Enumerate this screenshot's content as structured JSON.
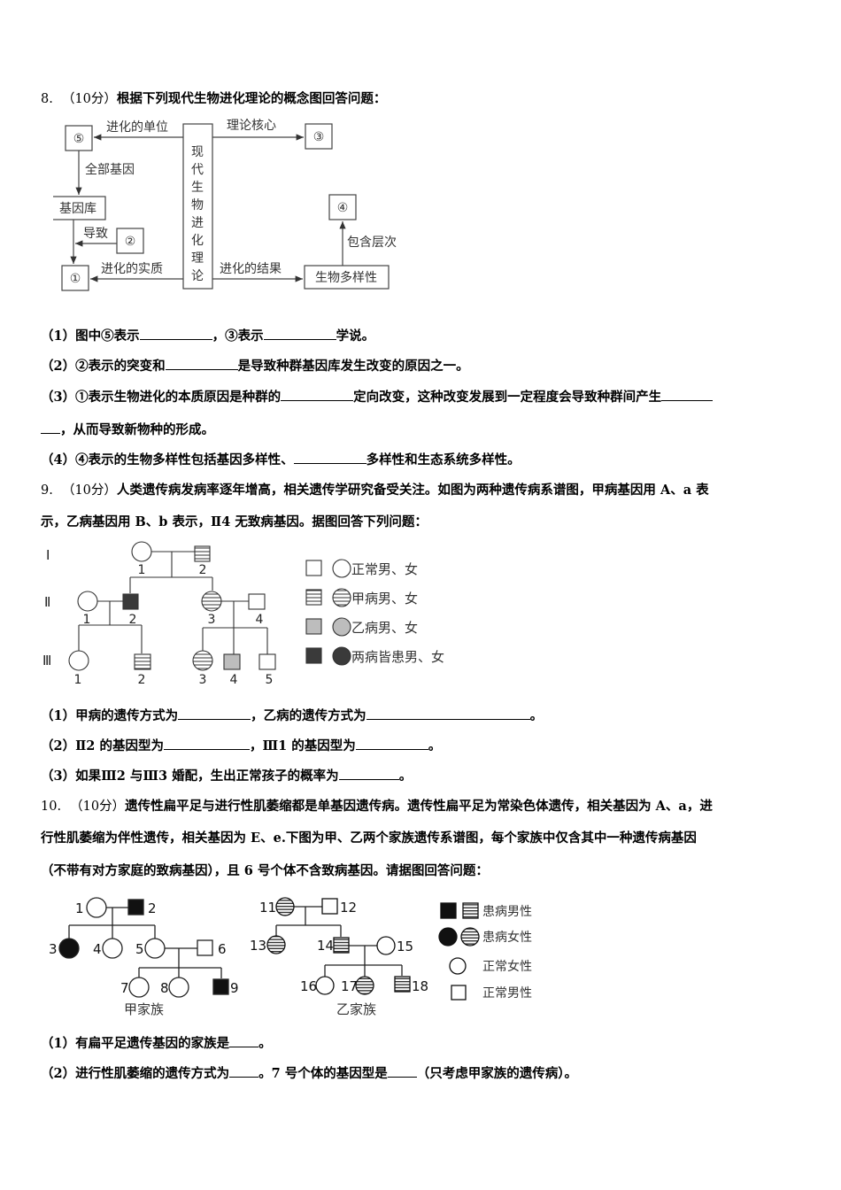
{
  "q8": {
    "number": "8.",
    "score": "（10分）",
    "stem": "根据下列现代生物进化理论的概念图回答问题：",
    "diagram": {
      "center": "现代生物进化理论",
      "center_chars": [
        "现",
        "代",
        "生",
        "物",
        "进",
        "化",
        "理",
        "论"
      ],
      "box5": "⑤",
      "box3": "③",
      "box4": "④",
      "box2": "②",
      "box1": "①",
      "gene_pool": "基因库",
      "biodiversity": "生物多样性",
      "label_unit": "进化的单位",
      "label_core": "理论核心",
      "label_allgenes": "全部基因",
      "label_cause": "导致",
      "label_essence": "进化的实质",
      "label_result": "进化的结果",
      "label_levels": "包含层次"
    },
    "sub": [
      {
        "pre": "（1）图中⑤表示",
        "mid": "，③表示",
        "post": "学说。"
      },
      {
        "pre": "（2）②表示的突变和",
        "post": "是导致种群基因库发生改变的原因之一。"
      },
      {
        "pre": "（3）①表示生物进化的本质原因是种群的",
        "mid": "定向改变，这种改变发展到一定程度会导致种群间产生",
        "post": "，从而导致新物种的形成。"
      },
      {
        "pre": "（4）④表示的生物多样性包括基因多样性、",
        "post": "多样性和生态系统多样性。"
      }
    ]
  },
  "q9": {
    "number": "9.",
    "score": "（10分）",
    "stem_line1": "人类遗传病发病率逐年增高，相关遗传学研究备受关注。如图为两种遗传病系谱图，甲病基因用 A、a 表",
    "stem_line2": "示，乙病基因用 B、b 表示，Ⅱ4 无致病基因。据图回答下列问题：",
    "pedigree": {
      "gen_labels": [
        "Ⅰ",
        "Ⅱ",
        "Ⅲ"
      ],
      "gen1": [
        "1",
        "2"
      ],
      "gen2": [
        "1",
        "2",
        "3",
        "4"
      ],
      "gen3": [
        "1",
        "2",
        "3",
        "4",
        "5"
      ]
    },
    "legend": [
      "正常男、女",
      "甲病男、女",
      "乙病男、女",
      "两病皆患男、女"
    ],
    "sub": [
      {
        "pre": "（1）甲病的遗传方式为",
        "mid": "，乙病的遗传方式为",
        "post": "。"
      },
      {
        "pre": "（2）Ⅱ2 的基因型为",
        "mid": "，Ⅲ1 的基因型为",
        "post": "。"
      },
      {
        "pre": "（3）如果Ⅲ2 与Ⅲ3 婚配，生出正常孩子的概率为",
        "post": "。"
      }
    ]
  },
  "q10": {
    "number": "10.",
    "score": "（10分）",
    "stem_line1": "遗传性扁平足与进行性肌萎缩都是单基因遗传病。遗传性扁平足为常染色体遗传，相关基因为 A、a，进",
    "stem_line2": "行性肌萎缩为伴性遗传，相关基因为 E、e.下图为甲、乙两个家族遗传系谱图，每个家族中仅含其中一种遗传病基因",
    "stem_line3": "（不带有对方家庭的致病基因），且 6 号个体不含致病基因。请据图回答问题：",
    "family_a": {
      "caption": "甲家族",
      "ids": [
        "1",
        "2",
        "3",
        "4",
        "5",
        "6",
        "7",
        "8",
        "9"
      ]
    },
    "family_b": {
      "caption": "乙家族",
      "ids": [
        "11",
        "12",
        "13",
        "14",
        "15",
        "16",
        "17",
        "18"
      ]
    },
    "legend": [
      "患病男性",
      "患病女性",
      "正常女性",
      "正常男性"
    ],
    "sub": [
      {
        "pre": "（1）有扁平足遗传基因的家族是",
        "post": "。"
      },
      {
        "pre": "（2）进行性肌萎缩的遗传方式为",
        "mid": "。7 号个体的基因型是",
        "post": "（只考虑甲家族的遗传病）。"
      }
    ]
  }
}
